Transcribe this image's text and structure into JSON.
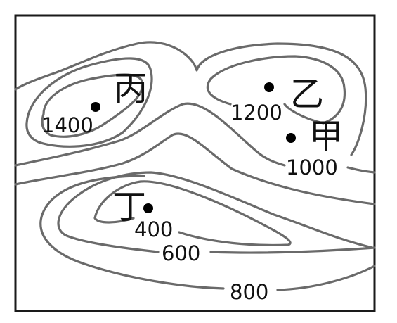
{
  "map": {
    "contour_labels": {
      "c1400": "1400",
      "c1200": "1200",
      "c1000": "1000",
      "c800": "800",
      "c600": "600",
      "c400": "400"
    },
    "places": {
      "bing": "丙",
      "yi": "乙",
      "jia": "甲",
      "ding": "丁"
    },
    "colors": {
      "contour": "#6a6a6a",
      "frame": "#1a1a1a",
      "point": "#000000",
      "text": "#111111"
    }
  }
}
